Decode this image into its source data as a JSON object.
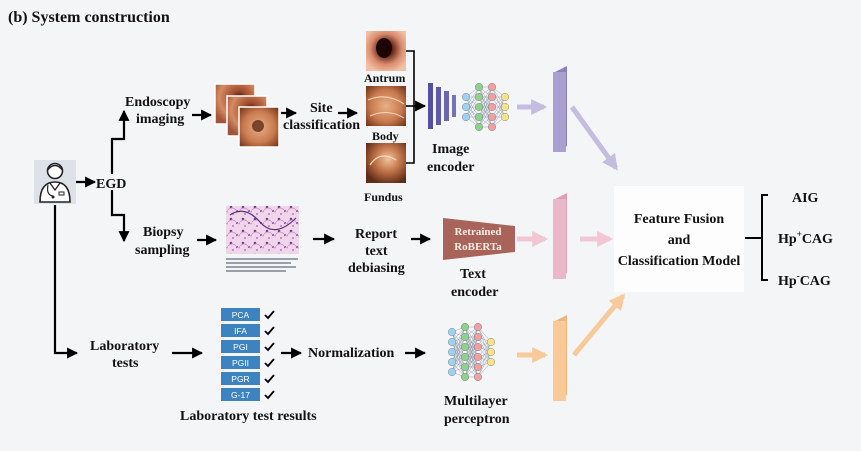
{
  "title": "(b) System construction",
  "nodes": {
    "egd": "EGD",
    "endoscopy_1": "Endoscopy",
    "endoscopy_2": "imaging",
    "site_1": "Site",
    "site_2": "classification",
    "antrum": "Antrum",
    "body": "Body",
    "fundus": "Fundus",
    "image_enc_1": "Image",
    "image_enc_2": "encoder",
    "biopsy_1": "Biopsy",
    "biopsy_2": "sampling",
    "report_1": "Report",
    "report_2": "text",
    "report_3": "debiasing",
    "roberta_1": "Retrained",
    "roberta_2": "RoBERTa",
    "text_enc_1": "Text",
    "text_enc_2": "encoder",
    "lab_1": "Laboratory",
    "lab_2": "tests",
    "normalization": "Normalization",
    "mlp_1": "Multilayer",
    "mlp_2": "perceptron",
    "lab_results": "Laboratory test results",
    "fusion_1": "Feature Fusion",
    "fusion_2": "and",
    "fusion_3": "Classification Model",
    "out_aig": "AIG",
    "out_hpp_a": "Hp",
    "out_hpp_sup": "+",
    "out_hpp_b": "CAG",
    "out_hpm_a": "Hp",
    "out_hpm_sup": "-",
    "out_hpm_b": "CAG"
  },
  "lab_items": [
    "PCA",
    "IFA",
    "PGI",
    "PGII",
    "PGR",
    "G-17"
  ],
  "colors": {
    "image_bar": "#a99fd0",
    "text_bar": "#eab8c9",
    "mlp_bar": "#f8c999",
    "roberta": "#a9645a",
    "lab_box": "#3d83c0",
    "fusion_box": "#fdfdfe"
  }
}
